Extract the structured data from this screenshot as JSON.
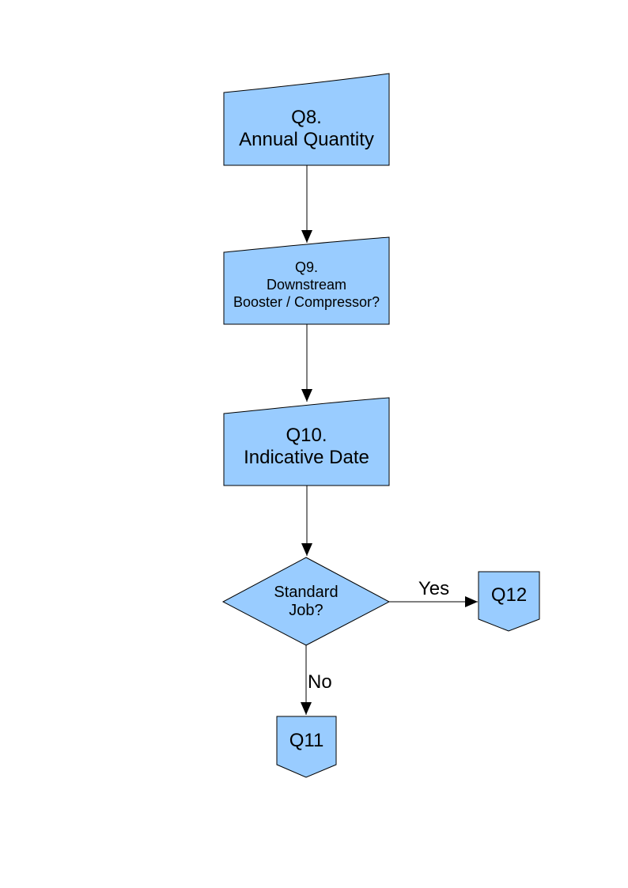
{
  "document": {
    "background_color": "#ffffff"
  },
  "style": {
    "node_fill": "#99ccff",
    "node_stroke": "#000000",
    "connector_color": "#000000",
    "text_color": "#000000"
  },
  "flowchart": {
    "nodes": {
      "q8": {
        "shape": "card",
        "label": "Q8.\nAnnual Quantity"
      },
      "q9": {
        "shape": "card",
        "label": "Q9.\nDownstream\nBooster / Compressor?"
      },
      "q10": {
        "shape": "card",
        "label": "Q10.\nIndicative Date"
      },
      "standard_job": {
        "shape": "decision",
        "label": "Standard\nJob?"
      },
      "q11": {
        "shape": "off-page-connector",
        "label": "Q11"
      },
      "q12": {
        "shape": "off-page-connector",
        "label": "Q12"
      }
    },
    "edges": {
      "q8_to_q9": {
        "label": ""
      },
      "q9_to_q10": {
        "label": ""
      },
      "q10_to_decision": {
        "label": ""
      },
      "decision_to_q12": {
        "label": "Yes"
      },
      "decision_to_q11": {
        "label": "No"
      }
    }
  }
}
